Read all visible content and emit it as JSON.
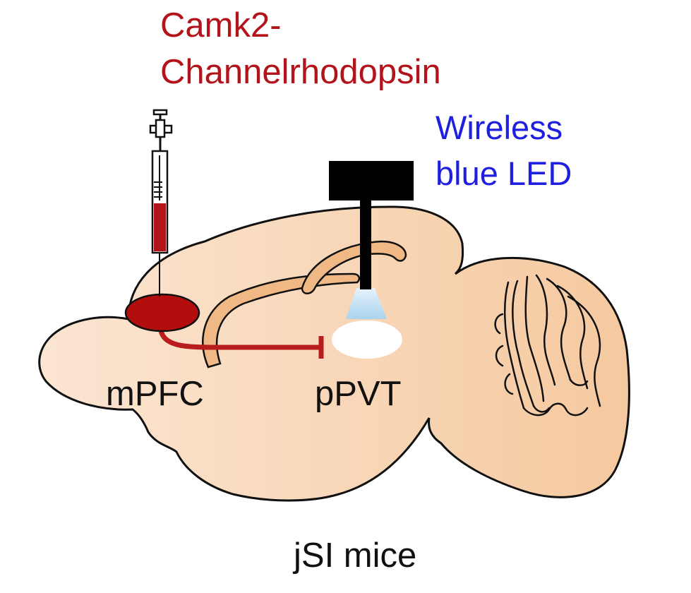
{
  "labels": {
    "virus_line1": "Camk2-",
    "virus_line2": "Channelrhodopsin",
    "led_line1": "Wireless",
    "led_line2": "blue LED",
    "mpfc": "mPFC",
    "ppvt": "pPVT",
    "caption": "jSI mice"
  },
  "colors": {
    "virus_text": "#b3141b",
    "led_text": "#1f1fe0",
    "label_text": "#111111",
    "brain_fill_light": "#fbe6d3",
    "brain_fill_dark": "#f5c99f",
    "outline": "#111111",
    "mpfc_injection": "#b30e0e",
    "projection_axon": "#b81c1c",
    "ppvt_target": "#ffffff",
    "led_body": "#000000",
    "light_cone": "#a9d3ee",
    "syringe_fill": "#b3141b",
    "corpus_callosum": "#f0b884"
  },
  "icons": {
    "syringe": "syringe-icon",
    "led": "led-implant-icon"
  }
}
